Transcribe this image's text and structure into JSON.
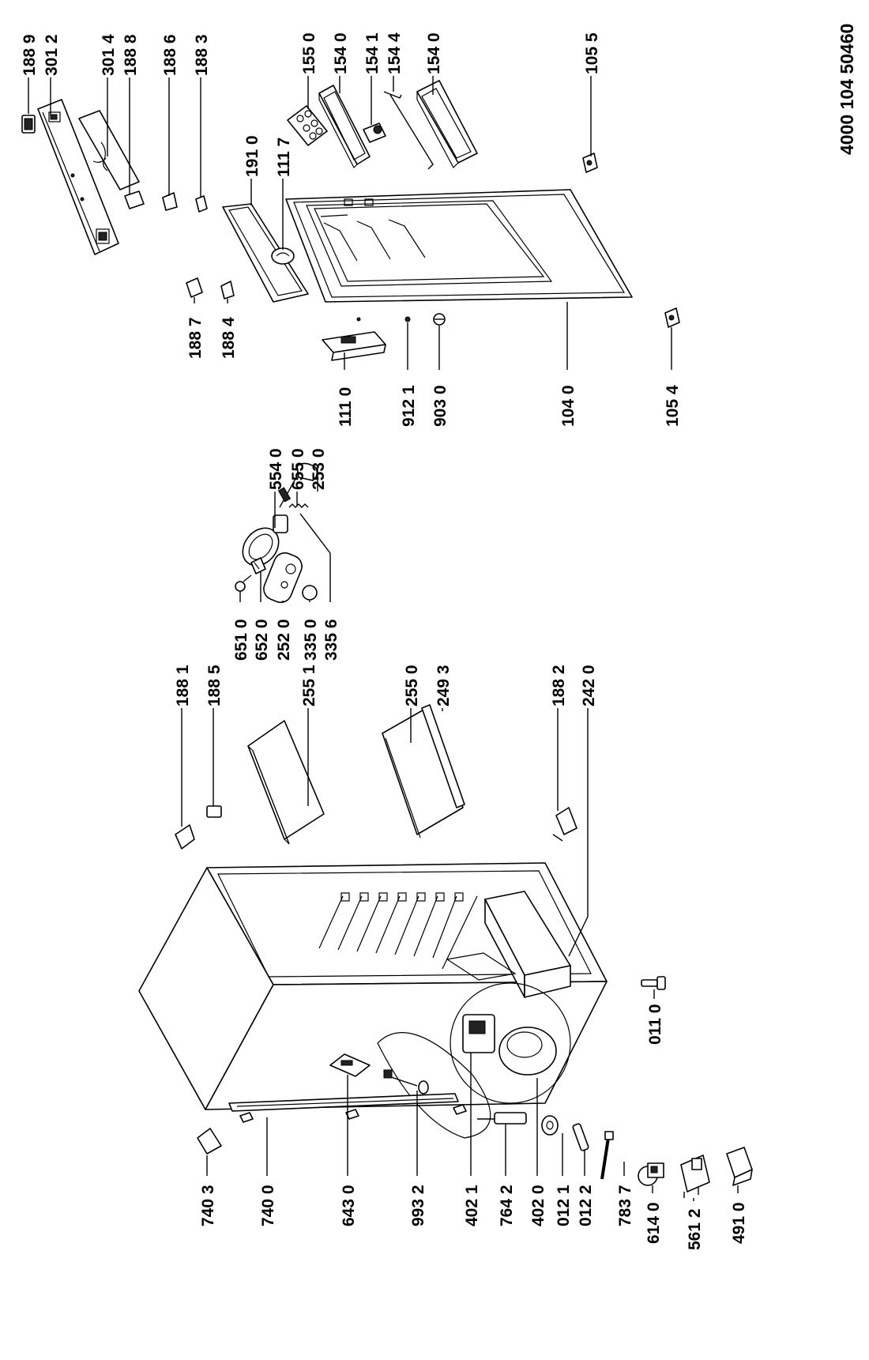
{
  "document_number": "4000 104 50460",
  "callouts": [
    {
      "id": "c1889",
      "text": "188 9"
    },
    {
      "id": "c3012",
      "text": "301 2"
    },
    {
      "id": "c3014",
      "text": "301 4"
    },
    {
      "id": "c1888",
      "text": "188 8"
    },
    {
      "id": "c1886",
      "text": "188 6"
    },
    {
      "id": "c1883",
      "text": "188 3"
    },
    {
      "id": "c1550",
      "text": "155 0"
    },
    {
      "id": "c1540a",
      "text": "154 0"
    },
    {
      "id": "c1541",
      "text": "154 1"
    },
    {
      "id": "c1544",
      "text": "154 4"
    },
    {
      "id": "c1540b",
      "text": "154 0"
    },
    {
      "id": "c1055",
      "text": "105 5"
    },
    {
      "id": "c1910",
      "text": "191 0"
    },
    {
      "id": "c1117",
      "text": "111 7"
    },
    {
      "id": "c1887",
      "text": "188 7"
    },
    {
      "id": "c1884",
      "text": "188 4"
    },
    {
      "id": "c1110",
      "text": "111 0"
    },
    {
      "id": "c9121",
      "text": "912 1"
    },
    {
      "id": "c9030",
      "text": "903 0"
    },
    {
      "id": "c1040",
      "text": "104 0"
    },
    {
      "id": "c1054",
      "text": "105 4"
    },
    {
      "id": "c5540",
      "text": "554 0"
    },
    {
      "id": "c6550",
      "text": "655 0"
    },
    {
      "id": "c2530",
      "text": "253 0"
    },
    {
      "id": "c6510",
      "text": "651 0"
    },
    {
      "id": "c6520",
      "text": "652 0"
    },
    {
      "id": "c2520",
      "text": "252 0"
    },
    {
      "id": "c3350",
      "text": "335 0"
    },
    {
      "id": "c3356",
      "text": "335 6"
    },
    {
      "id": "c1881",
      "text": "188 1"
    },
    {
      "id": "c1885",
      "text": "188 5"
    },
    {
      "id": "c2551",
      "text": "255 1"
    },
    {
      "id": "c2550",
      "text": "255 0"
    },
    {
      "id": "c2493",
      "text": "249 3"
    },
    {
      "id": "c1882",
      "text": "188 2"
    },
    {
      "id": "c2420",
      "text": "242 0"
    },
    {
      "id": "c0110",
      "text": "011 0"
    },
    {
      "id": "c7403",
      "text": "740 3"
    },
    {
      "id": "c7400",
      "text": "740 0"
    },
    {
      "id": "c6430",
      "text": "643 0"
    },
    {
      "id": "c9932",
      "text": "993 2"
    },
    {
      "id": "c4021",
      "text": "402 1"
    },
    {
      "id": "c7642",
      "text": "764 2"
    },
    {
      "id": "c4020",
      "text": "402 0"
    },
    {
      "id": "c0121",
      "text": "012 1"
    },
    {
      "id": "c0122",
      "text": "012 2"
    },
    {
      "id": "c7837",
      "text": "783 7"
    },
    {
      "id": "c6140",
      "text": "614 0"
    },
    {
      "id": "c5612",
      "text": "561 2"
    },
    {
      "id": "c4910",
      "text": "491 0"
    }
  ]
}
